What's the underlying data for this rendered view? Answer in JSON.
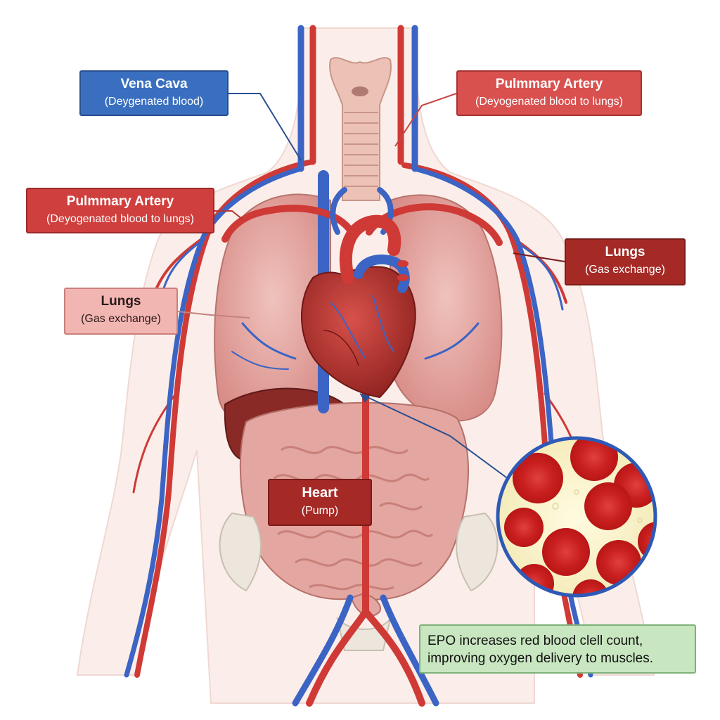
{
  "labels": {
    "vena_cava": {
      "title": "Vena Cava",
      "subtitle": "(Deygenated blood)"
    },
    "pulmonary_artery_top": {
      "title": "Pulmmary Artery",
      "subtitle": "(Deyogenated blood to lungs)"
    },
    "pulmonary_artery_left": {
      "title": "Pulmmary Artery",
      "subtitle": "(Deyogenated blood to lungs)"
    },
    "lungs_left": {
      "title": "Lungs",
      "subtitle": "(Gas exchange)"
    },
    "lungs_right": {
      "title": "Lungs",
      "subtitle": "(Gas exchange)"
    },
    "heart": {
      "title": "Heart",
      "subtitle": "(Pump)"
    }
  },
  "note": {
    "line1": "EPO increases red blood clell count,",
    "line2": "improving oxygen delivery to muscles."
  },
  "colors": {
    "artery_red": "#cf3a36",
    "vein_blue": "#3b64c4",
    "lung_pink": "#e7a9a5",
    "heart_red": "#b8322e",
    "liver_maroon": "#8a2a27",
    "intestine_pink": "#e3a6a0",
    "plasma_yellow": "#fbf6d2",
    "note_green": "#c8e6c0"
  }
}
